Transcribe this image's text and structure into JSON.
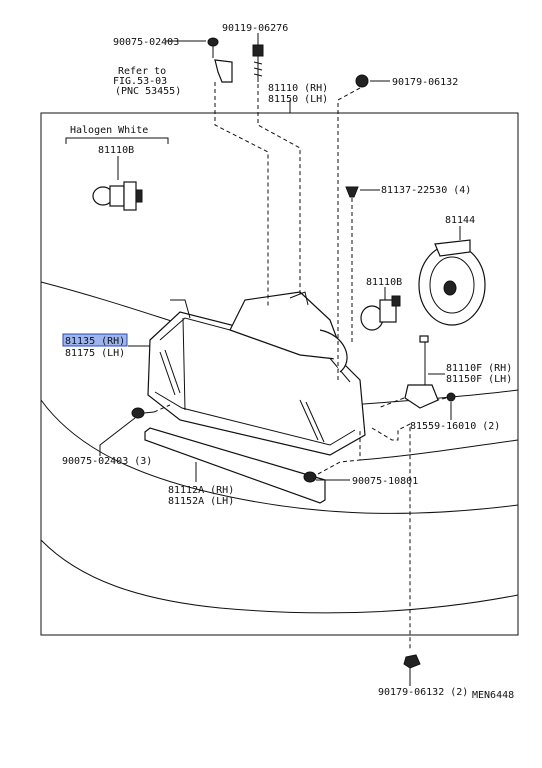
{
  "labels": {
    "p90075_02403_top": "90075-02403",
    "p90119_06276": "90119-06276",
    "refer_1": "Refer to",
    "refer_2": "FIG.53-03",
    "refer_3": "(PNC 53455)",
    "p81110_rh": "81110 (RH)",
    "p81150_lh": "81150 (LH)",
    "p90179_06132": "90179-06132",
    "halogen_white": "Halogen White",
    "p81110b_left": "81110B",
    "p81137_22530": "81137-22530 (4)",
    "p81144": "81144",
    "p81110b_right": "81110B",
    "p81135_rh": "81135 (RH)",
    "p81175_lh": "81175 (LH)",
    "p81110f_rh": "81110F (RH)",
    "p81150f_lh": "81150F (LH)",
    "p81559_16010": "81559-16010 (2)",
    "p90075_02403_3": "90075-02403 (3)",
    "p90075_10801": "90075-10801",
    "p81112a_rh": "81112A (RH)",
    "p81152a_lh": "81152A (LH)",
    "p90179_06132_2": "90179-06132 (2)",
    "fig_code": "MEN6448"
  },
  "highlight_color": "#9db4ee"
}
